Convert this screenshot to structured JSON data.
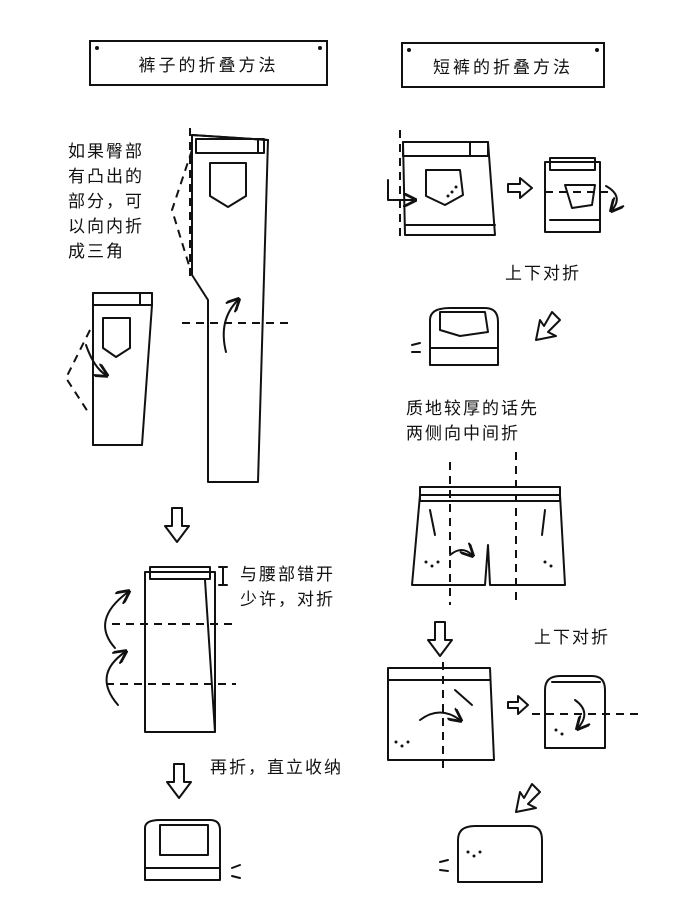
{
  "left_panel": {
    "title": "裤子的折叠方法",
    "note_triangle": [
      "如果臀部",
      "有凸出的",
      "部分，可",
      "以向内折",
      "成三角"
    ],
    "note_waist": [
      "与腰部错开",
      "少许，对折"
    ],
    "note_final": "再折，直立收纳"
  },
  "right_panel": {
    "title": "短裤的折叠方法",
    "note_fold1": "上下对折",
    "note_thick": [
      "质地较厚的话先",
      "两侧向中间折"
    ],
    "note_fold2": "上下对折"
  }
}
